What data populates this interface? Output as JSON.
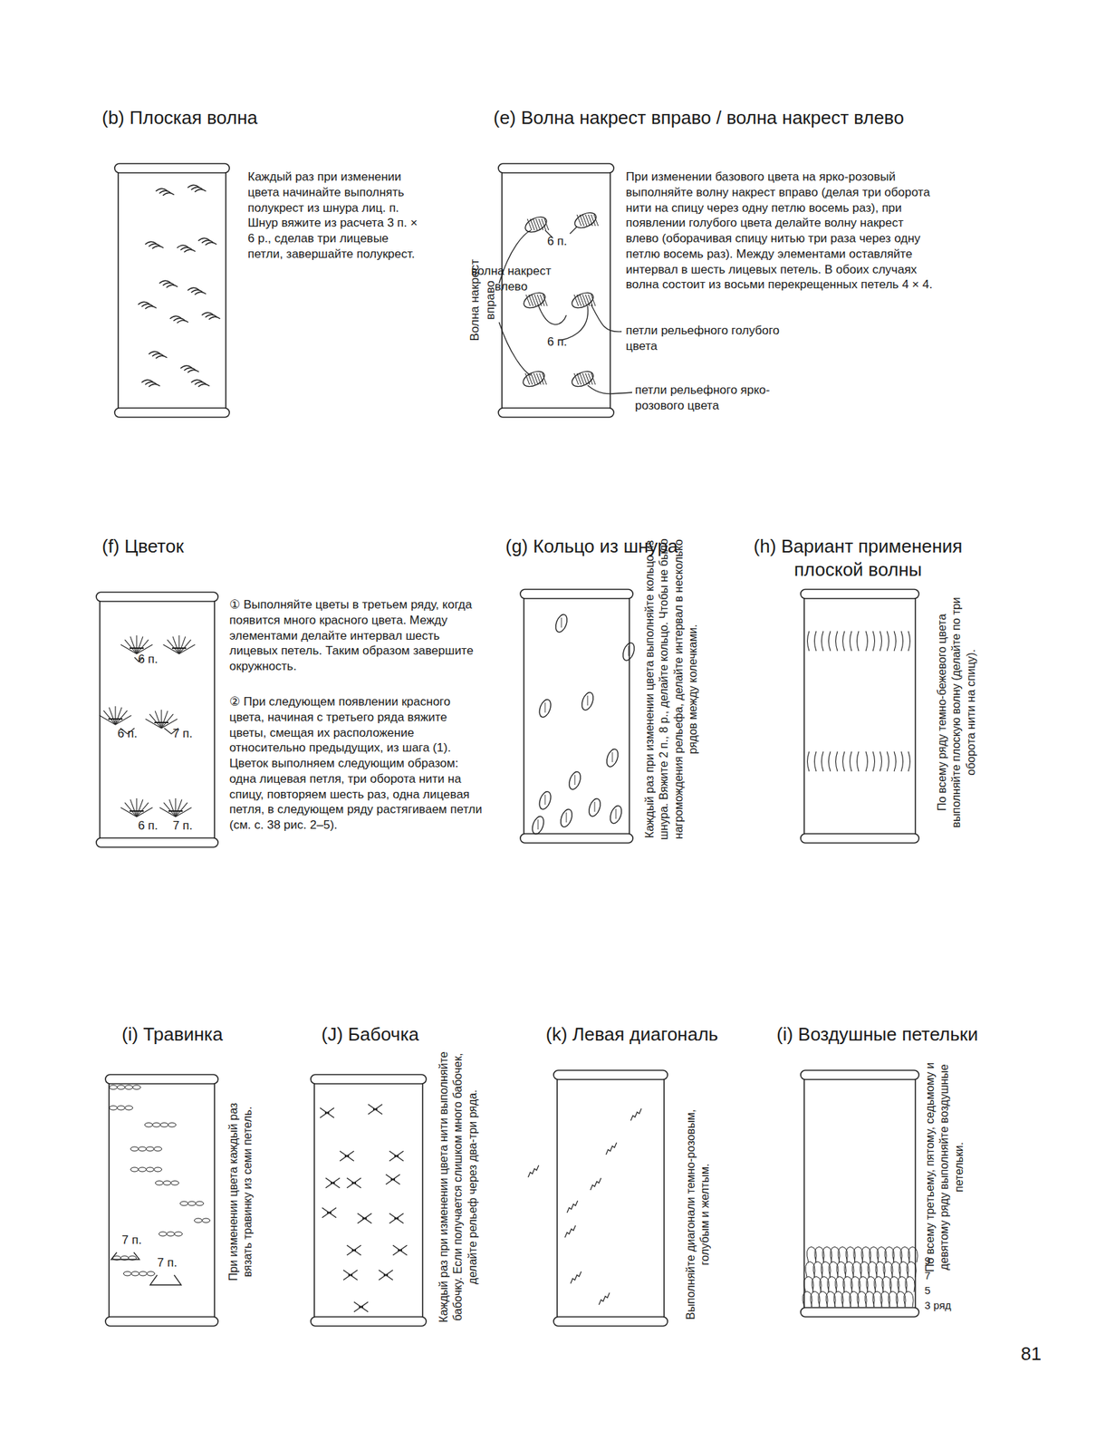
{
  "diagram": {
    "labels": [
      "(b) Плоская волна",
      "Каждый раз при изменении цвета начинайте выполнять полукрест из шнура лиц. п. Шнур вяжите из расчета 3 п. × 6 р., сделав три лицевые петли, завершайте полукрест.",
      "(e) Волна накрест вправо / волна накрест влево",
      "При изменении базового цвета на ярко-розовый выполняйте волну накрест вправо (делая три оборота нити на спицу через одну петлю восемь раз), при появлении голубого цвета делайте волну накрест влево (оборачивая спицу нитью три раза через одну петлю восемь раз). Между элементами оставляйте интервал в шесть лицевых петель. В обоих случаях волна состоит из восьми перекрещенных петель 4 × 4.",
      "6 п.",
      "Волна накрест вправо",
      "волна накрест влево",
      "6 п.",
      "петли рельефного голубого цвета",
      "петли рельефного ярко-розового цвета",
      "(f) Цветок",
      "① Выполняйте цветы в третьем ряду, когда появится много красного цвета. Между элементами делайте интервал шесть лицевых петель. Таким образом завершите окружность.",
      "② При следующем появлении красного цвета, начиная с третьего ряда вяжите цветы, смещая их расположение относительно предыдущих, из шага (1). Цветок выполняем следующим образом: одна лицевая петля, три оборота нити на спицу, повторяем шесть раз, одна лицевая петля, в следующем ряду растягиваем петли (см. с. 38 рис. 2–5).",
      "6 п.",
      "6 п.",
      "7 п.",
      "6 п.",
      "7 п.",
      "(g) Кольцо из шнура",
      "Каждый раз при изменении цвета выполняйте кольцо из шнура. Вяжите 2 п., 8 р., делайте кольцо. Чтобы не было нагромождения рельефа, делайте интервал в несколько рядов между колечками.",
      "(h) Вариант применения плоской волны",
      "По всему ряду темно-бежевого цвета выполняйте плоскую волну (делайте по три оборота нити на спицу).",
      "(i) Травинка",
      "7 п.",
      "7 п.",
      "При изменении цвета каждый раз вязать травинку из семи петель.",
      "(J) Бабочка",
      "Каждый раз при изменении цвета нити выполняйте бабочку. Если получается слишком много бабочек, делайте рельеф через два-три ряда.",
      "(k) Левая диагональ",
      "Выполняйте диагонали темно-розовым, голубым и желтым.",
      "(i) Воздушные петельки",
      "По всему третьему, пятому, седьмому и девятому ряду выполняйте воздушные петельки.",
      "9",
      "7",
      "5",
      "3 ряд",
      "81"
    ]
  }
}
